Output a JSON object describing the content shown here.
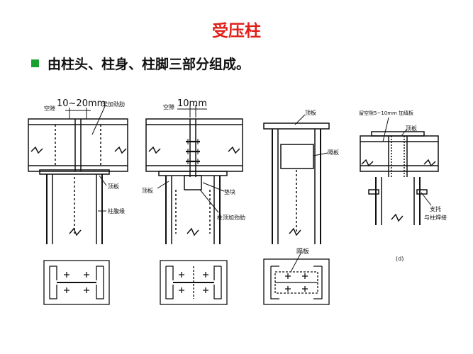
{
  "slide": {
    "title": "受压柱",
    "bullet": "由柱头、柱身、柱脚三部分组成。",
    "title_color": "#e0201a",
    "bullet_color": "#18a030"
  },
  "figure_a": {
    "gap_label": "空隙",
    "dimension": "10~20mm",
    "stiffener_label": "梁加劲肋",
    "top_plate_label": "顶板",
    "column_stiffener_label": "柱腹缘"
  },
  "figure_b": {
    "gap_label": "空隙",
    "dimension": "10mm",
    "top_plate_label": "顶板",
    "pad_label": "垫块",
    "column_stiffener_label": "柱顶加劲肋"
  },
  "figure_c": {
    "top_plate_label": "顶板",
    "web_plate_label": "隔板",
    "diaphragm_label": "隔板"
  },
  "figure_d": {
    "fill_plate_label": "留空隙5~10mm 加填板",
    "top_plate_label": "顶板",
    "support_label_1": "支托",
    "support_label_2": "与柱焊接",
    "figure_tag": "(d)"
  }
}
